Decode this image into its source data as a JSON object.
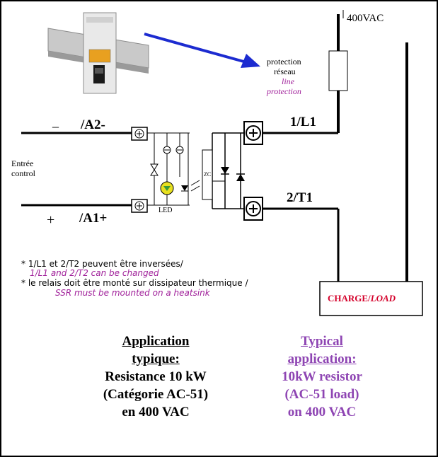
{
  "supply": {
    "voltage": "400VAC"
  },
  "protection": {
    "fr_line1": "protection",
    "fr_line2": "réseau",
    "en_line1": "line",
    "en_line2": "protection"
  },
  "terminals": {
    "l1": "1/L1",
    "t1": "2/T1",
    "a2": "/A2-",
    "a1": "/A1+",
    "minus": "_",
    "plus": "+"
  },
  "control": {
    "line1": "Entrée",
    "line2": "control"
  },
  "components": {
    "led": "LED",
    "zc": "ZC"
  },
  "load": {
    "fr": "CHARGE/",
    "en": "LOAD"
  },
  "notes": {
    "n1_fr": "* 1/L1 et 2/T2  peuvent être inversées/",
    "n1_en": "1/L1 and  2/T2 can be changed",
    "n2_fr": "*  le relais doit être monté sur dissipateur thermique /",
    "n2_en": "SSR must be mounted on a heatsink"
  },
  "application_fr": {
    "title1": "Application",
    "title2": "typique:",
    "line1": "Resistance 10 kW",
    "line2": "(Catégorie AC-51)",
    "line3": "en 400 VAC"
  },
  "application_en": {
    "title1": "Typical",
    "title2": "application:",
    "line1": "10kW resistor",
    "line2": "(AC-51 load)",
    "line3": "on  400 VAC"
  },
  "colors": {
    "arrow": "#1c2bd0",
    "load_text": "#d4002a",
    "english_text": "#a0209a",
    "english_heading": "#8e45b3",
    "led": "#e8e020"
  }
}
